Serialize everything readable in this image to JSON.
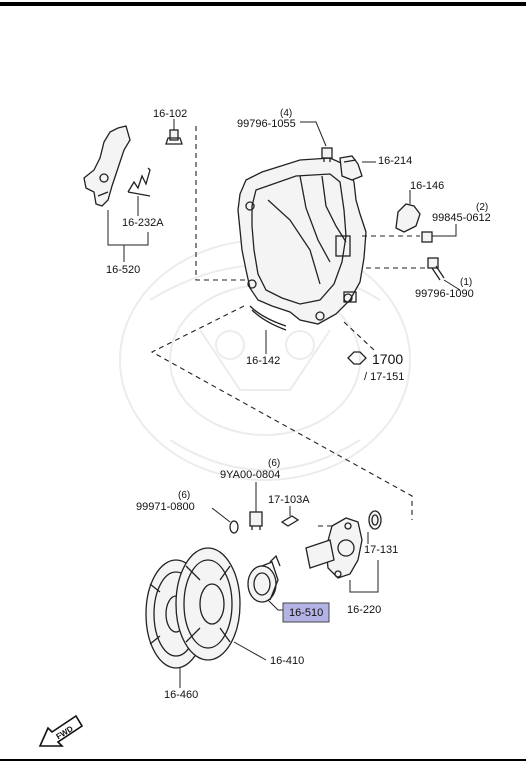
{
  "labels": {
    "p16_102": "16-102",
    "p16_232a": "16-232A",
    "p16_520": "16-520",
    "p99796_1055_qty": "(4)",
    "p99796_1055": "99796-1055",
    "p16_214": "16-214",
    "p16_146": "16-146",
    "p99845_0612_qty": "(2)",
    "p99845_0612": "99845-0612",
    "p99796_1090_qty": "(1)",
    "p99796_1090": "99796-1090",
    "p16_142": "16-142",
    "p1700": "1700",
    "p17_151": "/ 17-151",
    "p9ya00_0804_qty": "(6)",
    "p9ya00_0804": "9YA00-0804",
    "p99971_0800_qty": "(6)",
    "p99971_0800": "99971-0800",
    "p17_103a": "17-103A",
    "p17_131": "17-131",
    "p16_220": "16-220",
    "p16_510": "16-510",
    "p16_410": "16-410",
    "p16_460": "16-460",
    "fwd": "FWD"
  },
  "highlight": {
    "part": "16-510",
    "color": "#b3b3e6"
  }
}
